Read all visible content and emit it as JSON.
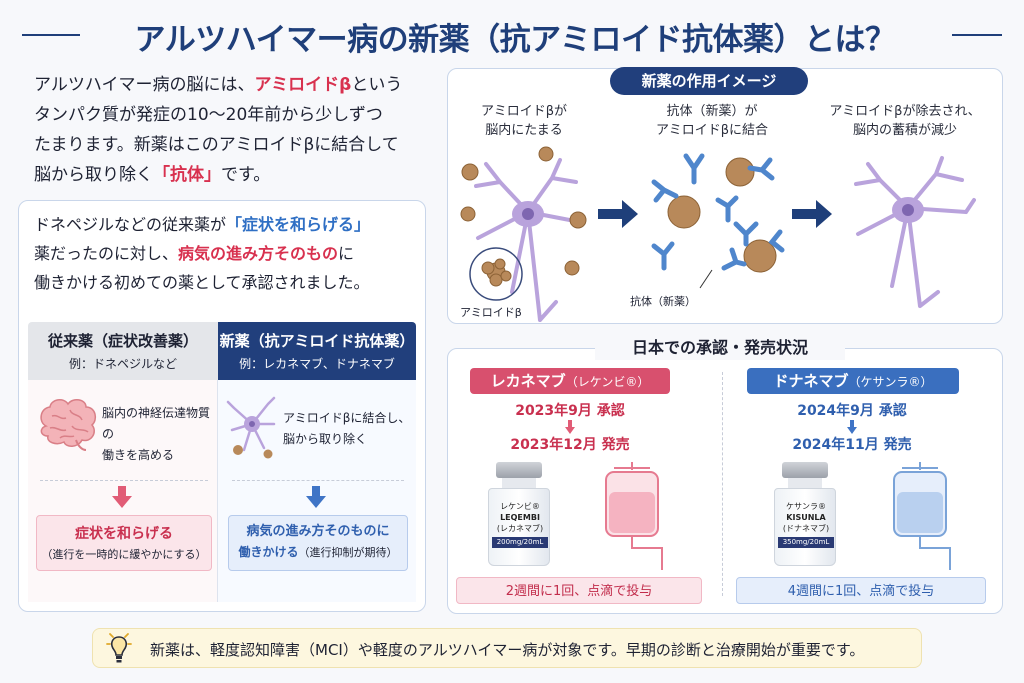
{
  "header": {
    "title": "アルツハイマー病の新薬（抗アミロイド抗体薬）とは？"
  },
  "intro": {
    "t1": "アルツハイマー病の脳には、",
    "hl1": "アミロイドβ",
    "t2": "という",
    "t3": "タンパク質が発症の10〜20年前から少しずつ",
    "t4": "たまります。新薬はこのアミロイドβに結合して",
    "t5": "脳から取り除く",
    "hl2": "「抗体」",
    "t6": "です。"
  },
  "compare": {
    "t1": "ドネペジルなどの従来薬が",
    "hl1": "「症状を和らげる」",
    "t2": "薬だったのに対し、",
    "hl2": "病気の進み方そのもの",
    "t3": "に",
    "t4": "働きかける初めての薬として承認されました。",
    "old": {
      "title": "従来薬（症状改善薬）",
      "sub": "例：ドネペジルなど",
      "effect1": "脳内の神経伝達物質の",
      "effect2": "働きを高める",
      "result1": "症状を和らげる",
      "result2": "（進行を一時的に緩やかにする）"
    },
    "new": {
      "title": "新薬（抗アミロイド抗体薬）",
      "sub": "例：レカネマブ、ドナネマブ",
      "effect1": "アミロイドβに結合し、",
      "effect2": "脳から取り除く",
      "result1": "病気の進み方そのものに",
      "result2a": "働きかける",
      "result2b": "（進行抑制が期待）"
    }
  },
  "mechanism": {
    "badge": "新薬の作用イメージ",
    "step1a": "アミロイドβが",
    "step1b": "脳内にたまる",
    "step2a": "抗体（新薬）が",
    "step2b": "アミロイドβに結合",
    "step3a": "アミロイドβが除去され、",
    "step3b": "脳内の蓄積が減少",
    "label_amyloid": "アミロイドβ",
    "label_antibody": "抗体（新薬）"
  },
  "approval": {
    "title": "日本での承認・発売状況",
    "lecanemab": {
      "name": "レカネマブ",
      "brand": "（レケンビ®）",
      "approved": "2023年9月 承認",
      "launched": "2023年12月 発売",
      "vial_brand": "レケンビ®",
      "vial_name": "LEQEMBI",
      "vial_generic": "(レカネマブ)",
      "vial_dose": "200mg/20mL",
      "dosing": "2週間に1回、点滴で投与"
    },
    "donanemab": {
      "name": "ドナネマブ",
      "brand": "（ケサンラ®）",
      "approved": "2024年9月 承認",
      "launched": "2024年11月 発売",
      "vial_brand": "ケサンラ®",
      "vial_name": "KISUNLA",
      "vial_generic": "(ドナネマブ)",
      "vial_dose": "350mg/20mL",
      "dosing": "4週間に1回、点滴で投与"
    }
  },
  "footer": {
    "text": "新薬は、軽度認知障害（MCI）や軽度のアルツハイマー病が対象です。早期の診断と治療開始が重要です。"
  },
  "colors": {
    "navy": "#213f7c",
    "pink": "#d8506e",
    "blue": "#3a6fbf",
    "neuron": "#b9a3dc",
    "amyloid": "#b8895a"
  }
}
